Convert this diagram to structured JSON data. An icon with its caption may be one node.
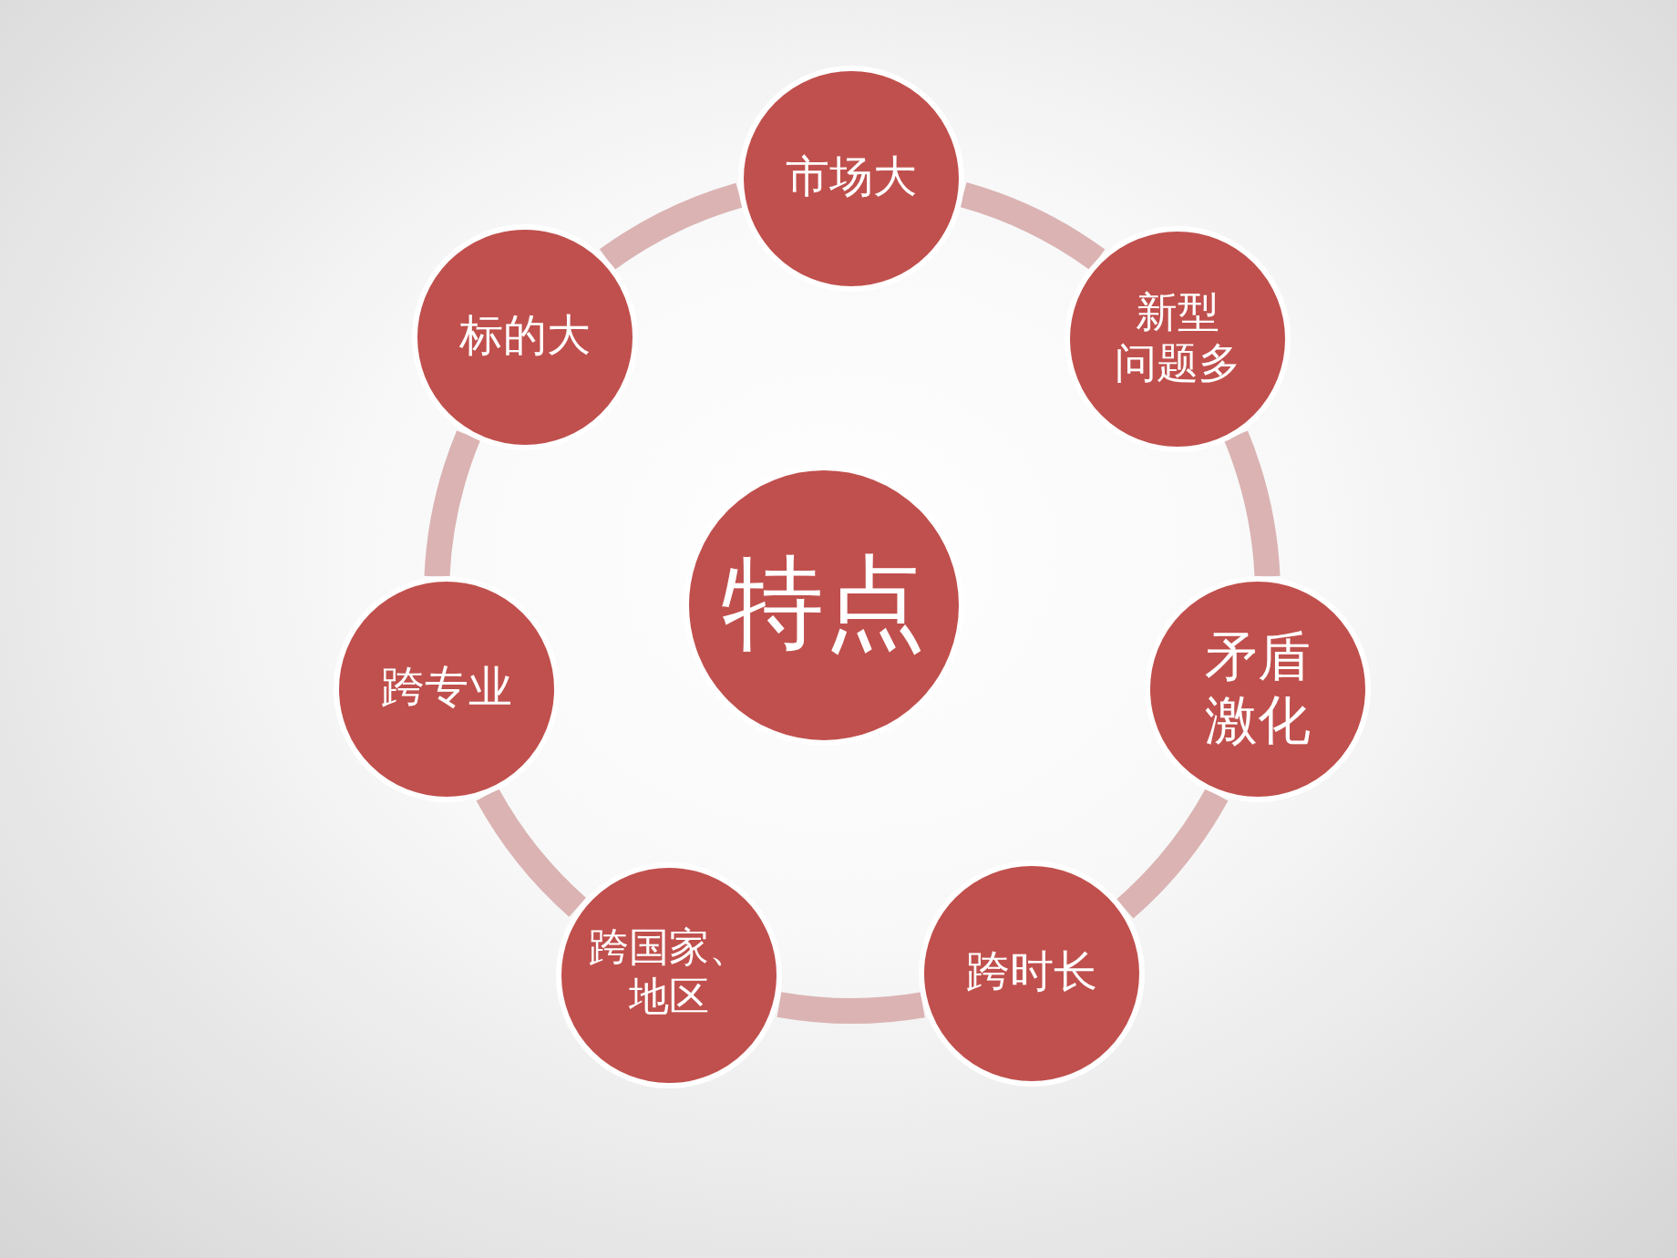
{
  "diagram": {
    "nodes": [
      {
        "text": [
          "特点"
        ]
      },
      {
        "text": [
          "市场大"
        ]
      },
      {
        "text": [
          "新型问题多"
        ]
      },
      {
        "text": [
          "矛盾激化"
        ]
      },
      {
        "text": [
          "跨时长"
        ]
      },
      {
        "text": [
          "跨国家、地区"
        ]
      },
      {
        "text": [
          "跨专业"
        ]
      },
      {
        "text": [
          "标的大"
        ]
      }
    ],
    "edges": [
      {
        "from": 1,
        "to": 2,
        "arrow": "none"
      },
      {
        "from": 2,
        "to": 3,
        "arrow": "none"
      },
      {
        "from": 3,
        "to": 4,
        "arrow": "none"
      },
      {
        "from": 4,
        "to": 5,
        "arrow": "none"
      },
      {
        "from": 5,
        "to": 6,
        "arrow": "none"
      },
      {
        "from": 6,
        "to": 7,
        "arrow": "none"
      },
      {
        "from": 7,
        "to": 1,
        "arrow": "none"
      }
    ]
  }
}
